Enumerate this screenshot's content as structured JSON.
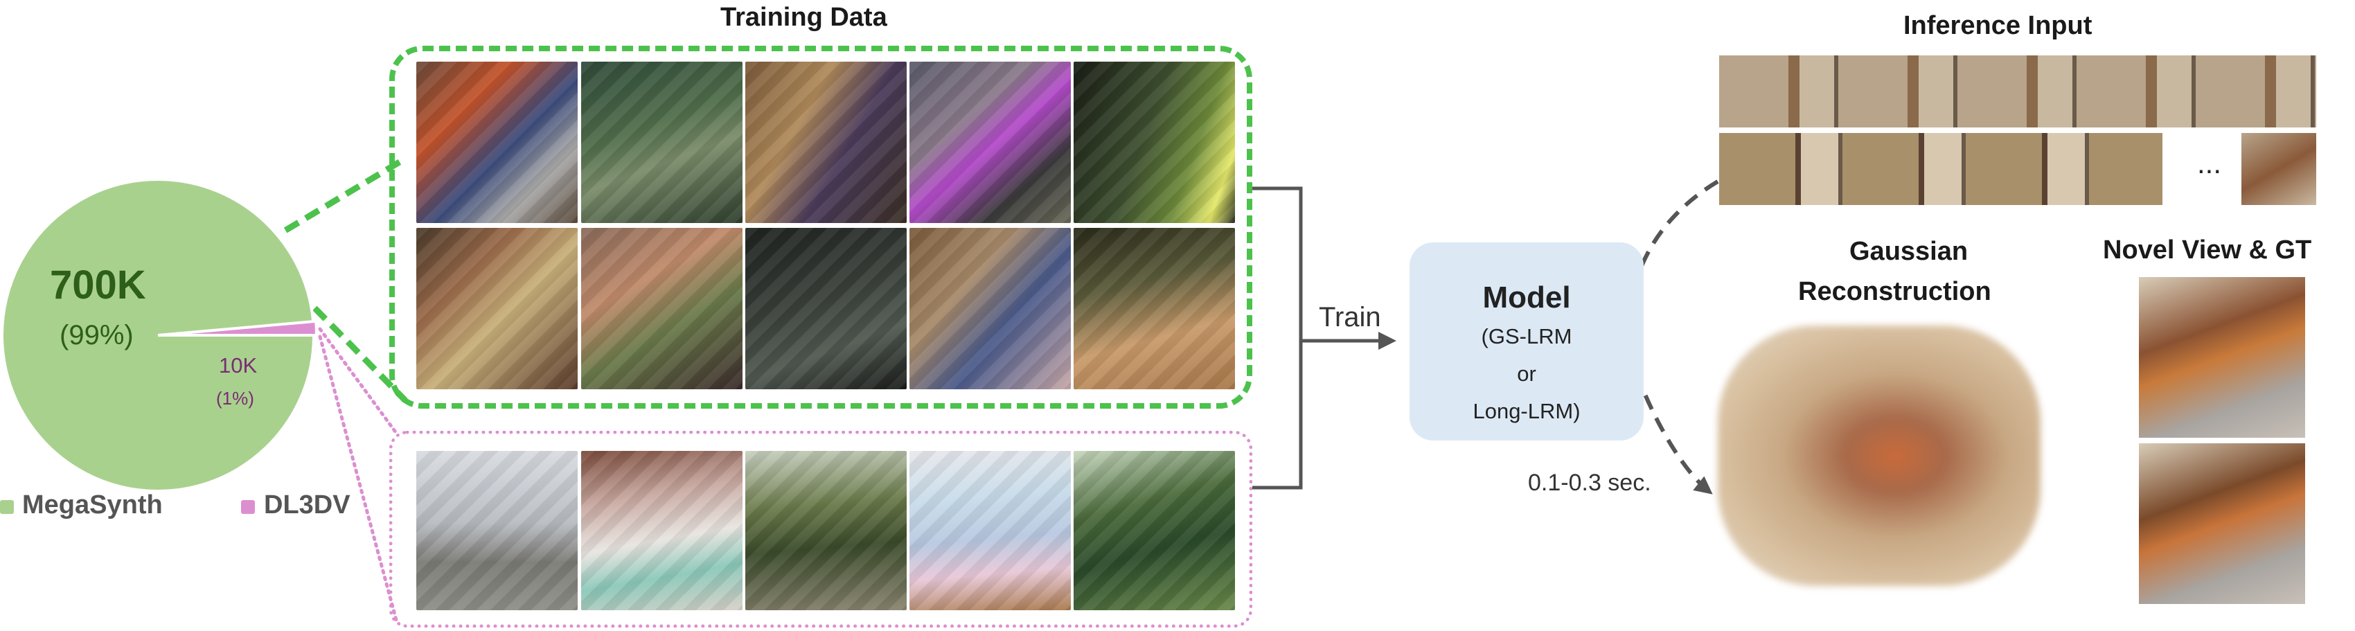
{
  "titles": {
    "training_data": "Training Data",
    "inference_input": "Inference Input",
    "gaussian_reconstruction_line1": "Gaussian",
    "gaussian_reconstruction_line2": "Reconstruction",
    "novel_view": "Novel View & GT"
  },
  "pie": {
    "big_value": "700K",
    "big_pct": "(99%)",
    "small_value": "10K",
    "small_pct": "(1%)"
  },
  "chart_data": {
    "type": "pie",
    "slices": [
      {
        "name": "MegaSynth",
        "value": 700000,
        "percent": 99,
        "color": "#a9d18e"
      },
      {
        "name": "DL3DV",
        "value": 10000,
        "percent": 1,
        "color": "#dc8fd0"
      }
    ]
  },
  "legend": {
    "megasynth": "MegaSynth",
    "dl3dv": "DL3DV",
    "megasynth_color": "#a9d18e",
    "dl3dv_color": "#dc8fd0"
  },
  "arrows": {
    "train": "Train",
    "time": "0.1-0.3 sec."
  },
  "model": {
    "title": "Model",
    "line1": "(GS-LRM",
    "line2": "or",
    "line3": "Long-LRM)"
  },
  "inference": {
    "ellipsis": "..."
  },
  "images": {
    "synthetic_tiles": [
      "synthetic-scene-1",
      "synthetic-scene-2",
      "synthetic-scene-3",
      "synthetic-scene-4",
      "synthetic-scene-5",
      "synthetic-scene-6",
      "synthetic-scene-7",
      "synthetic-scene-8",
      "synthetic-scene-9",
      "synthetic-scene-10"
    ],
    "real_tiles": [
      "real-pavilion",
      "real-mall-ride",
      "real-garden-gazebo",
      "real-room-display",
      "real-plants"
    ]
  }
}
